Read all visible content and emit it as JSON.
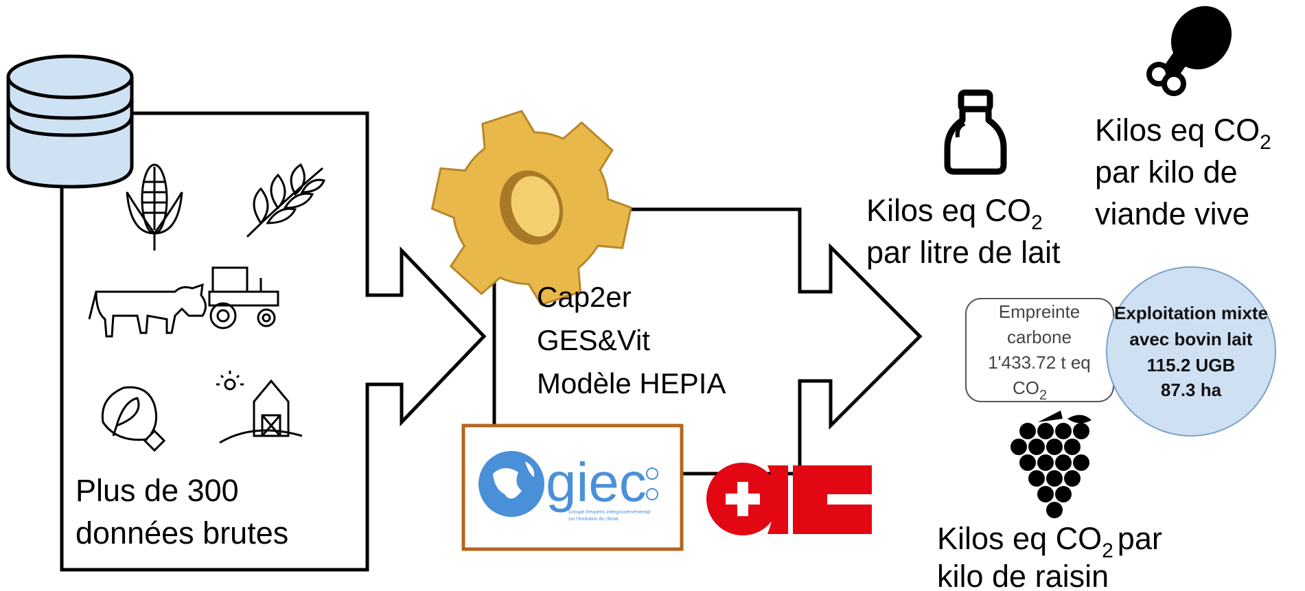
{
  "input": {
    "line1": "Plus de 300",
    "line2": "données brutes"
  },
  "models": {
    "line1": "Cap2er",
    "line2": "GES&Vit",
    "line3": "Modèle HEPIA"
  },
  "logos": {
    "giec_text": "giec",
    "giec_tagline1": "Groupe d'experts intergouvernemental",
    "giec_tagline2": "sur l'évolution du climat"
  },
  "footprint": {
    "line1": "Empreinte",
    "line2": "carbone",
    "line3": "1'433.72 t eq",
    "line4_main": "CO",
    "line4_sub": "2"
  },
  "farm": {
    "line1": "Exploitation mixte",
    "line2": "avec bovin lait",
    "line3": "115.2 UGB",
    "line4": "87.3 ha"
  },
  "outputs": {
    "milk": {
      "line1_main": "Kilos eq CO",
      "line1_sub": "2",
      "line2": "par litre de lait"
    },
    "meat": {
      "line1_main": "Kilos eq CO",
      "line1_sub": "2",
      "line2": "par kilo de",
      "line3": "viande vive"
    },
    "grape": {
      "line1_main": "Kilos eq CO",
      "line1_sub": "2",
      "line1_tail": "par",
      "line2": "kilo de raisin"
    }
  },
  "colors": {
    "gear": "#e8b94a",
    "giec_blue": "#4a90d9",
    "giec_border": "#b5651d",
    "oic_red": "#e30613",
    "farm_circle": "#cfe0f3",
    "farm_circle_stroke": "#7aa0c8"
  }
}
